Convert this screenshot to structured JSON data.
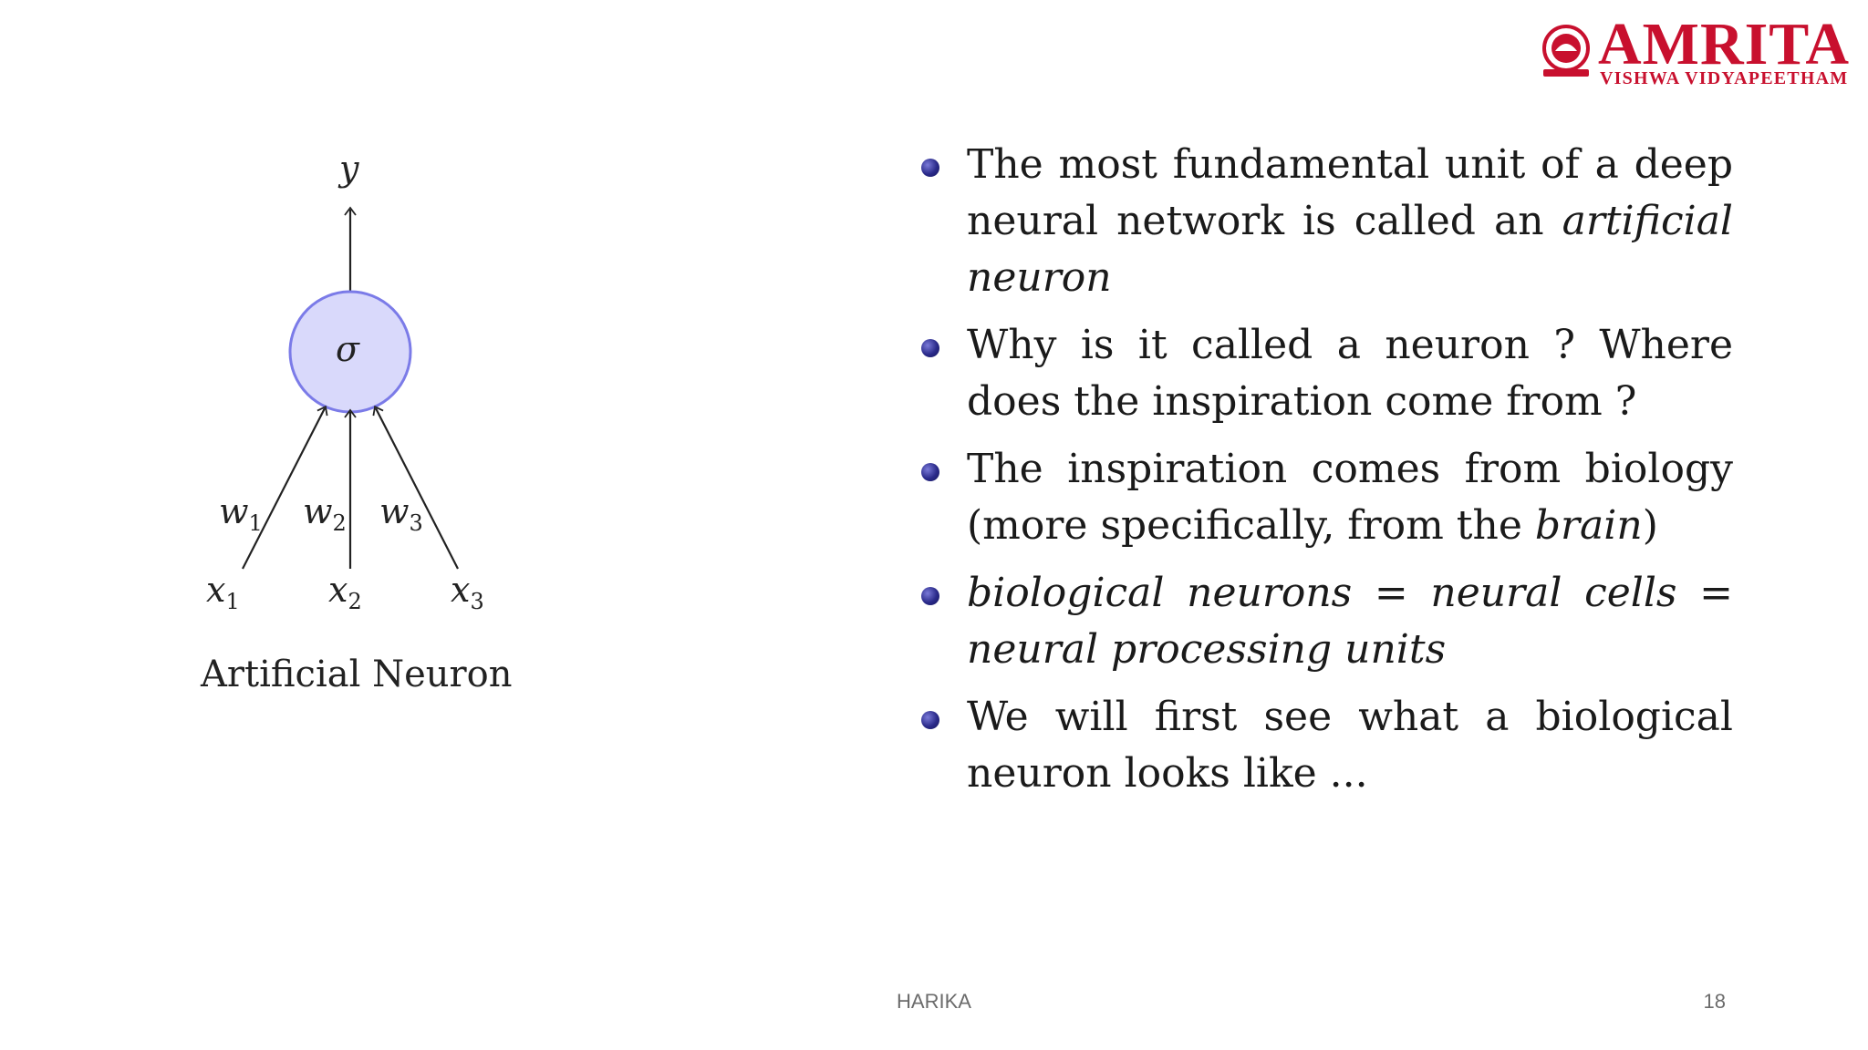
{
  "logo": {
    "brand": "AMRITA",
    "tagline": "VISHWA VIDYAPEETHAM"
  },
  "diagram": {
    "output_label": "y",
    "activation": "σ",
    "weights": [
      {
        "base": "w",
        "sub": "1"
      },
      {
        "base": "w",
        "sub": "2"
      },
      {
        "base": "w",
        "sub": "3"
      }
    ],
    "inputs": [
      {
        "base": "x",
        "sub": "1"
      },
      {
        "base": "x",
        "sub": "2"
      },
      {
        "base": "x",
        "sub": "3"
      }
    ],
    "caption": "Artificial Neuron",
    "node_fill": "#d9d9fb",
    "node_stroke": "#7b7be8"
  },
  "bullets": [
    {
      "parts": [
        {
          "text": "The most fundamental unit of a deep neural network is called an "
        },
        {
          "text": "artificial neuron",
          "italic": true
        }
      ]
    },
    {
      "parts": [
        {
          "text": "Why is it called a neuron ?  Where does the inspiration come from ?"
        }
      ]
    },
    {
      "parts": [
        {
          "text": "The inspiration comes from biology (more specifically, from the "
        },
        {
          "text": "brain",
          "italic": true
        },
        {
          "text": ")"
        }
      ]
    },
    {
      "parts": [
        {
          "text": "biological neurons",
          "italic": true
        },
        {
          "text": " = "
        },
        {
          "text": "neural cells",
          "italic": true
        },
        {
          "text": " = "
        },
        {
          "text": "neural processing units",
          "italic": true
        }
      ]
    },
    {
      "parts": [
        {
          "text": "We will first see what a biological neuron looks like ..."
        }
      ]
    }
  ],
  "footer": {
    "author": "HARIKA",
    "page_number": "18"
  }
}
